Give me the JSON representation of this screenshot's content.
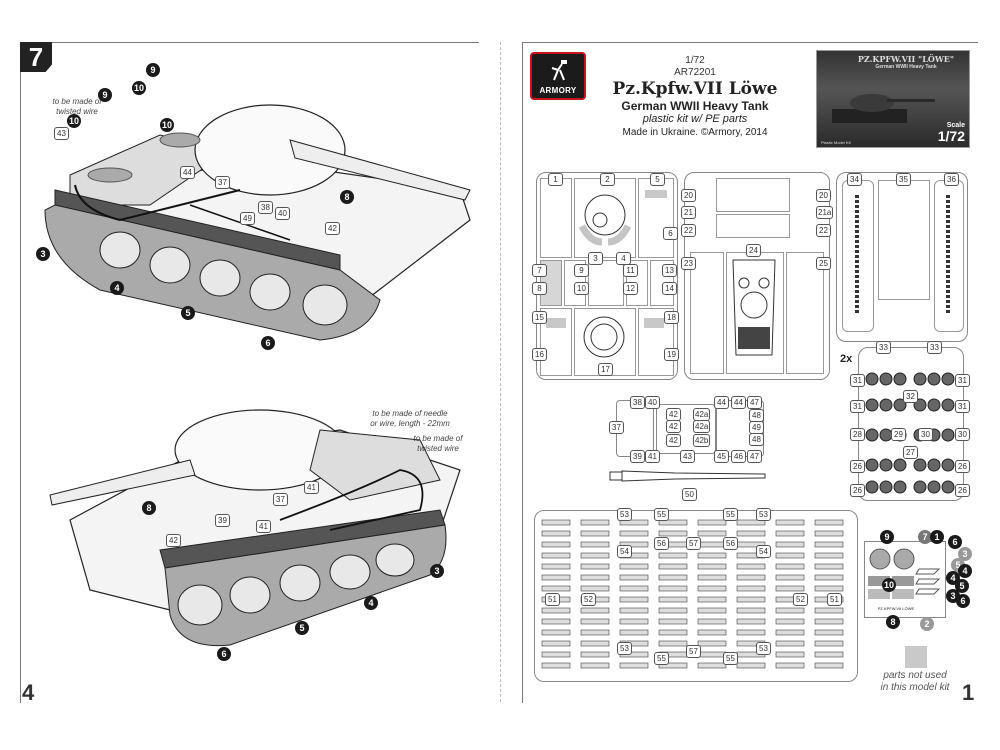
{
  "left_page": {
    "step_number": "7",
    "page_number": "4",
    "notes": {
      "twisted_wire_top": "to be made of\ntwisted wire",
      "needle_wire": "to be made of needle\nor wire, length - 22mm",
      "twisted_wire_bottom": "to be made of\ntwisted wire"
    },
    "top_view_callouts": {
      "black": [
        "9",
        "9",
        "10",
        "10",
        "10",
        "8",
        "3",
        "4",
        "5",
        "6"
      ],
      "boxed": [
        "43",
        "44",
        "37",
        "38",
        "40",
        "49",
        "42"
      ]
    },
    "bottom_view_callouts": {
      "black": [
        "8",
        "3",
        "4",
        "5",
        "6"
      ],
      "boxed": [
        "37",
        "41",
        "41",
        "39",
        "42"
      ]
    }
  },
  "right_page": {
    "page_number": "1",
    "brand": "ARMORY",
    "header": {
      "scale": "1/72",
      "catalog": "AR72201",
      "title": "Pz.Kpfw.VII Löwe",
      "subtitle": "German WWII Heavy Tank",
      "kit_type": "plastic kit w/ PE parts",
      "made_in": "Made in Ukraine. ©Armory, 2014"
    },
    "box_art": {
      "title": "PZ.KPFW.VII \"LÖWE\"",
      "subtitle": "German WWII Heavy Tank",
      "scale_label": "Scale",
      "scale_value": "1/72",
      "footer": "Plastic Model Kit"
    },
    "sprue_a": {
      "parts": [
        "1",
        "2",
        "3",
        "4",
        "5",
        "6",
        "7",
        "8",
        "9",
        "10",
        "11",
        "12",
        "13",
        "14",
        "15",
        "16",
        "17",
        "18",
        "19"
      ]
    },
    "sprue_b": {
      "parts": [
        "20",
        "21",
        "22",
        "23",
        "24",
        "25",
        "20",
        "21a",
        "22"
      ]
    },
    "sprue_c": {
      "parts": [
        "34",
        "35",
        "36"
      ]
    },
    "sprue_wheels": {
      "multiplier": "2x",
      "parts": [
        "33",
        "33",
        "31",
        "31",
        "31",
        "31",
        "32",
        "28",
        "29",
        "30",
        "30",
        "27",
        "26",
        "26",
        "26",
        "26"
      ]
    },
    "sprue_small": {
      "parts": [
        "37",
        "38",
        "39",
        "40",
        "41",
        "42",
        "42a",
        "42",
        "42a",
        "42",
        "42b",
        "43",
        "44",
        "45",
        "44",
        "46",
        "47",
        "48",
        "49",
        "48",
        "47"
      ]
    },
    "barrel_part": "50",
    "sprue_tracks": {
      "parts": [
        "51",
        "52",
        "53",
        "54",
        "55",
        "56",
        "57",
        "53",
        "55",
        "57",
        "53",
        "54",
        "55",
        "56",
        "53",
        "55",
        "52",
        "51"
      ]
    },
    "pe_fret": {
      "parts": [
        "9",
        "7",
        "1",
        "6",
        "3",
        "5",
        "4",
        "4",
        "5",
        "10",
        "3",
        "6",
        "8",
        "2"
      ],
      "fret_label": "PZ.KPFW.VII LÖWE"
    },
    "legend": {
      "text": "parts not used\nin this model kit",
      "swatch_color": "#c9c9c9"
    }
  },
  "colors": {
    "brand_red": "#c4151c",
    "callout_black": "#1a1a1a",
    "unused_grey": "#c9c9c9"
  }
}
